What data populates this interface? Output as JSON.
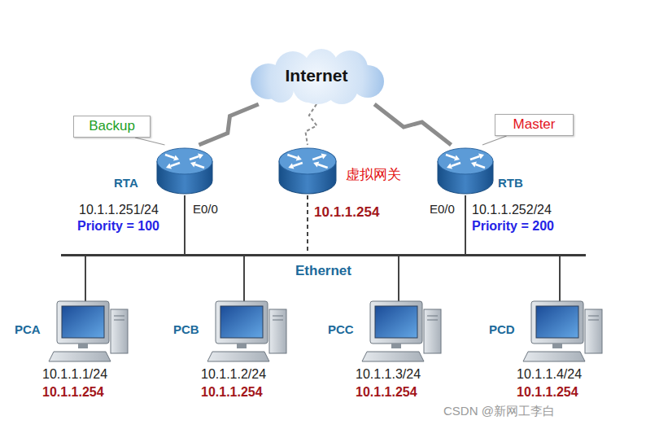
{
  "diagram": {
    "nodes": [
      {
        "text": [
          "Internet"
        ]
      },
      {
        "text": [
          "Backup"
        ]
      },
      {
        "text": [
          "RTA",
          "10.1.1.251/24",
          "E0/0",
          "Priority = 100"
        ]
      },
      {
        "text": [
          "虚拟网关",
          "10.1.1.254"
        ]
      },
      {
        "text": [
          "Master"
        ]
      },
      {
        "text": [
          "RTB",
          "E0/0",
          "10.1.1.252/24",
          "Priority = 200"
        ]
      },
      {
        "text": [
          "Ethernet"
        ]
      },
      {
        "text": [
          "PCA",
          "10.1.1.1/24",
          "10.1.1.254"
        ]
      },
      {
        "text": [
          "PCB",
          "10.1.1.2/24",
          "10.1.1.254"
        ]
      },
      {
        "text": [
          "PCC",
          "10.1.1.3/24",
          "10.1.1.254"
        ]
      },
      {
        "text": [
          "PCD",
          "10.1.1.4/24",
          "10.1.1.254"
        ]
      }
    ],
    "edges": [
      {
        "from": 0,
        "to": 2,
        "arrow": "none"
      },
      {
        "from": 0,
        "to": 3,
        "arrow": "none"
      },
      {
        "from": 0,
        "to": 5,
        "arrow": "none"
      },
      {
        "from": 1,
        "to": 2,
        "arrow": "none"
      },
      {
        "from": 4,
        "to": 5,
        "arrow": "none"
      },
      {
        "from": 2,
        "to": 6,
        "arrow": "none"
      },
      {
        "from": 3,
        "to": 6,
        "arrow": "none"
      },
      {
        "from": 5,
        "to": 6,
        "arrow": "none"
      },
      {
        "from": 6,
        "to": 7,
        "arrow": "none"
      },
      {
        "from": 6,
        "to": 8,
        "arrow": "none"
      },
      {
        "from": 6,
        "to": 9,
        "arrow": "none"
      },
      {
        "from": 6,
        "to": 10,
        "arrow": "none"
      }
    ],
    "labels": [
      "CSDN @新网工李白"
    ]
  }
}
